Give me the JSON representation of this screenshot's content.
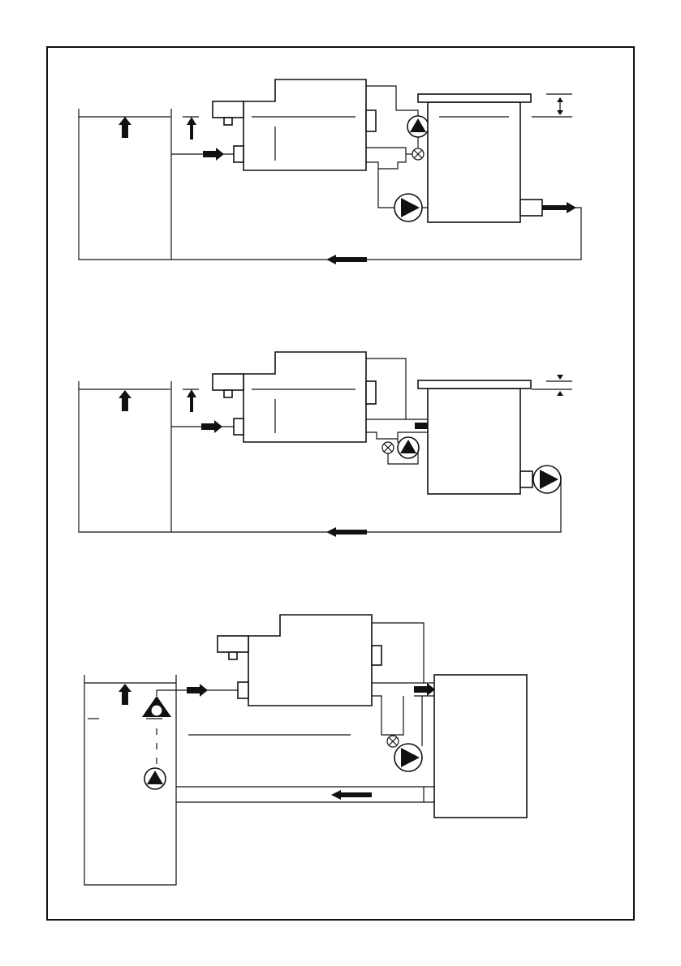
{
  "document": {
    "kind": "technical-schematic",
    "diagram_count": 3,
    "line_color": "#111111",
    "background_color": "#ffffff"
  },
  "diagrams": [
    {
      "id": "d1",
      "components": [
        "source-tank",
        "main-unit",
        "receiving-tank",
        "pump",
        "check-valve",
        "return-pipe"
      ]
    },
    {
      "id": "d2",
      "components": [
        "source-tank",
        "main-unit",
        "receiving-tank",
        "pump",
        "check-valve",
        "return-pipe"
      ]
    },
    {
      "id": "d3",
      "components": [
        "source-tank",
        "main-unit",
        "receiving-tank",
        "pump",
        "check-valve",
        "return-pipe"
      ]
    }
  ],
  "icons": {
    "flow_arrow": "flow-arrow-icon",
    "pump": "pump-icon",
    "valve": "check-valve-icon",
    "float": "float-icon",
    "level_mark": "level-marker-icon"
  }
}
